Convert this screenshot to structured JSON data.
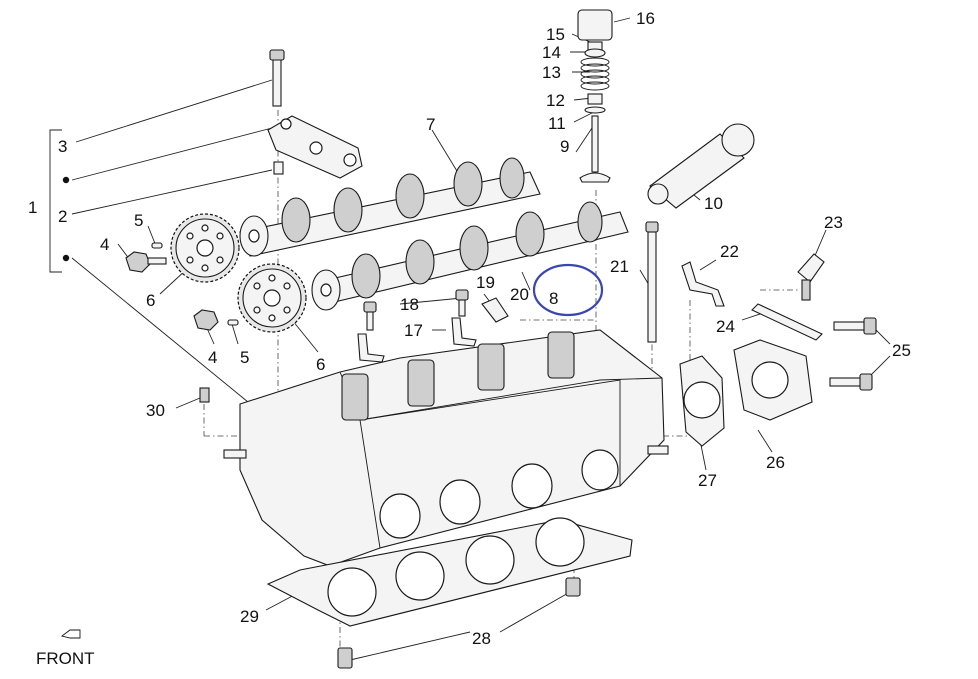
{
  "diagram": {
    "front_label": "FRONT",
    "callouts": {
      "c1": "1",
      "c2": "2",
      "c3": "3",
      "c4a": "4",
      "c4b": "4",
      "c5a": "5",
      "c5b": "5",
      "c6a": "6",
      "c6b": "6",
      "c7": "7",
      "c8": "8",
      "c9": "9",
      "c10": "10",
      "c11": "11",
      "c12": "12",
      "c13": "13",
      "c14": "14",
      "c15": "15",
      "c16": "16",
      "c17": "17",
      "c18": "18",
      "c19": "19",
      "c20": "20",
      "c21": "21",
      "c22": "22",
      "c23": "23",
      "c24": "24",
      "c25": "25",
      "c26": "26",
      "c27": "27",
      "c28": "28",
      "c29": "29",
      "c30": "30"
    },
    "highlight": {
      "color": "#3a45b0",
      "target": "8"
    }
  }
}
